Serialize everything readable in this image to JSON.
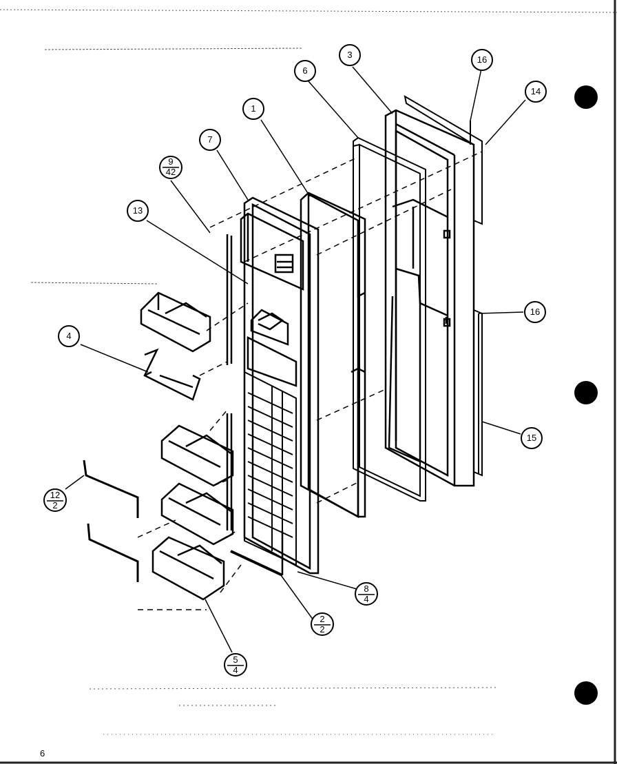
{
  "diagram": {
    "callouts": {
      "c1": "1",
      "c3": "3",
      "c4": "4",
      "c6": "6",
      "c7": "7",
      "c13": "13",
      "c14": "14",
      "c15": "15",
      "c16a": "16",
      "c16b": "16",
      "c9_42": {
        "top": "9",
        "bottom": "42"
      },
      "c12_2": {
        "top": "12",
        "bottom": "2"
      },
      "c2_2": {
        "top": "2",
        "bottom": "2"
      },
      "c8_4": {
        "top": "8",
        "bottom": "4"
      },
      "c5_4": {
        "top": "5",
        "bottom": "4"
      }
    },
    "page_number": "6"
  }
}
